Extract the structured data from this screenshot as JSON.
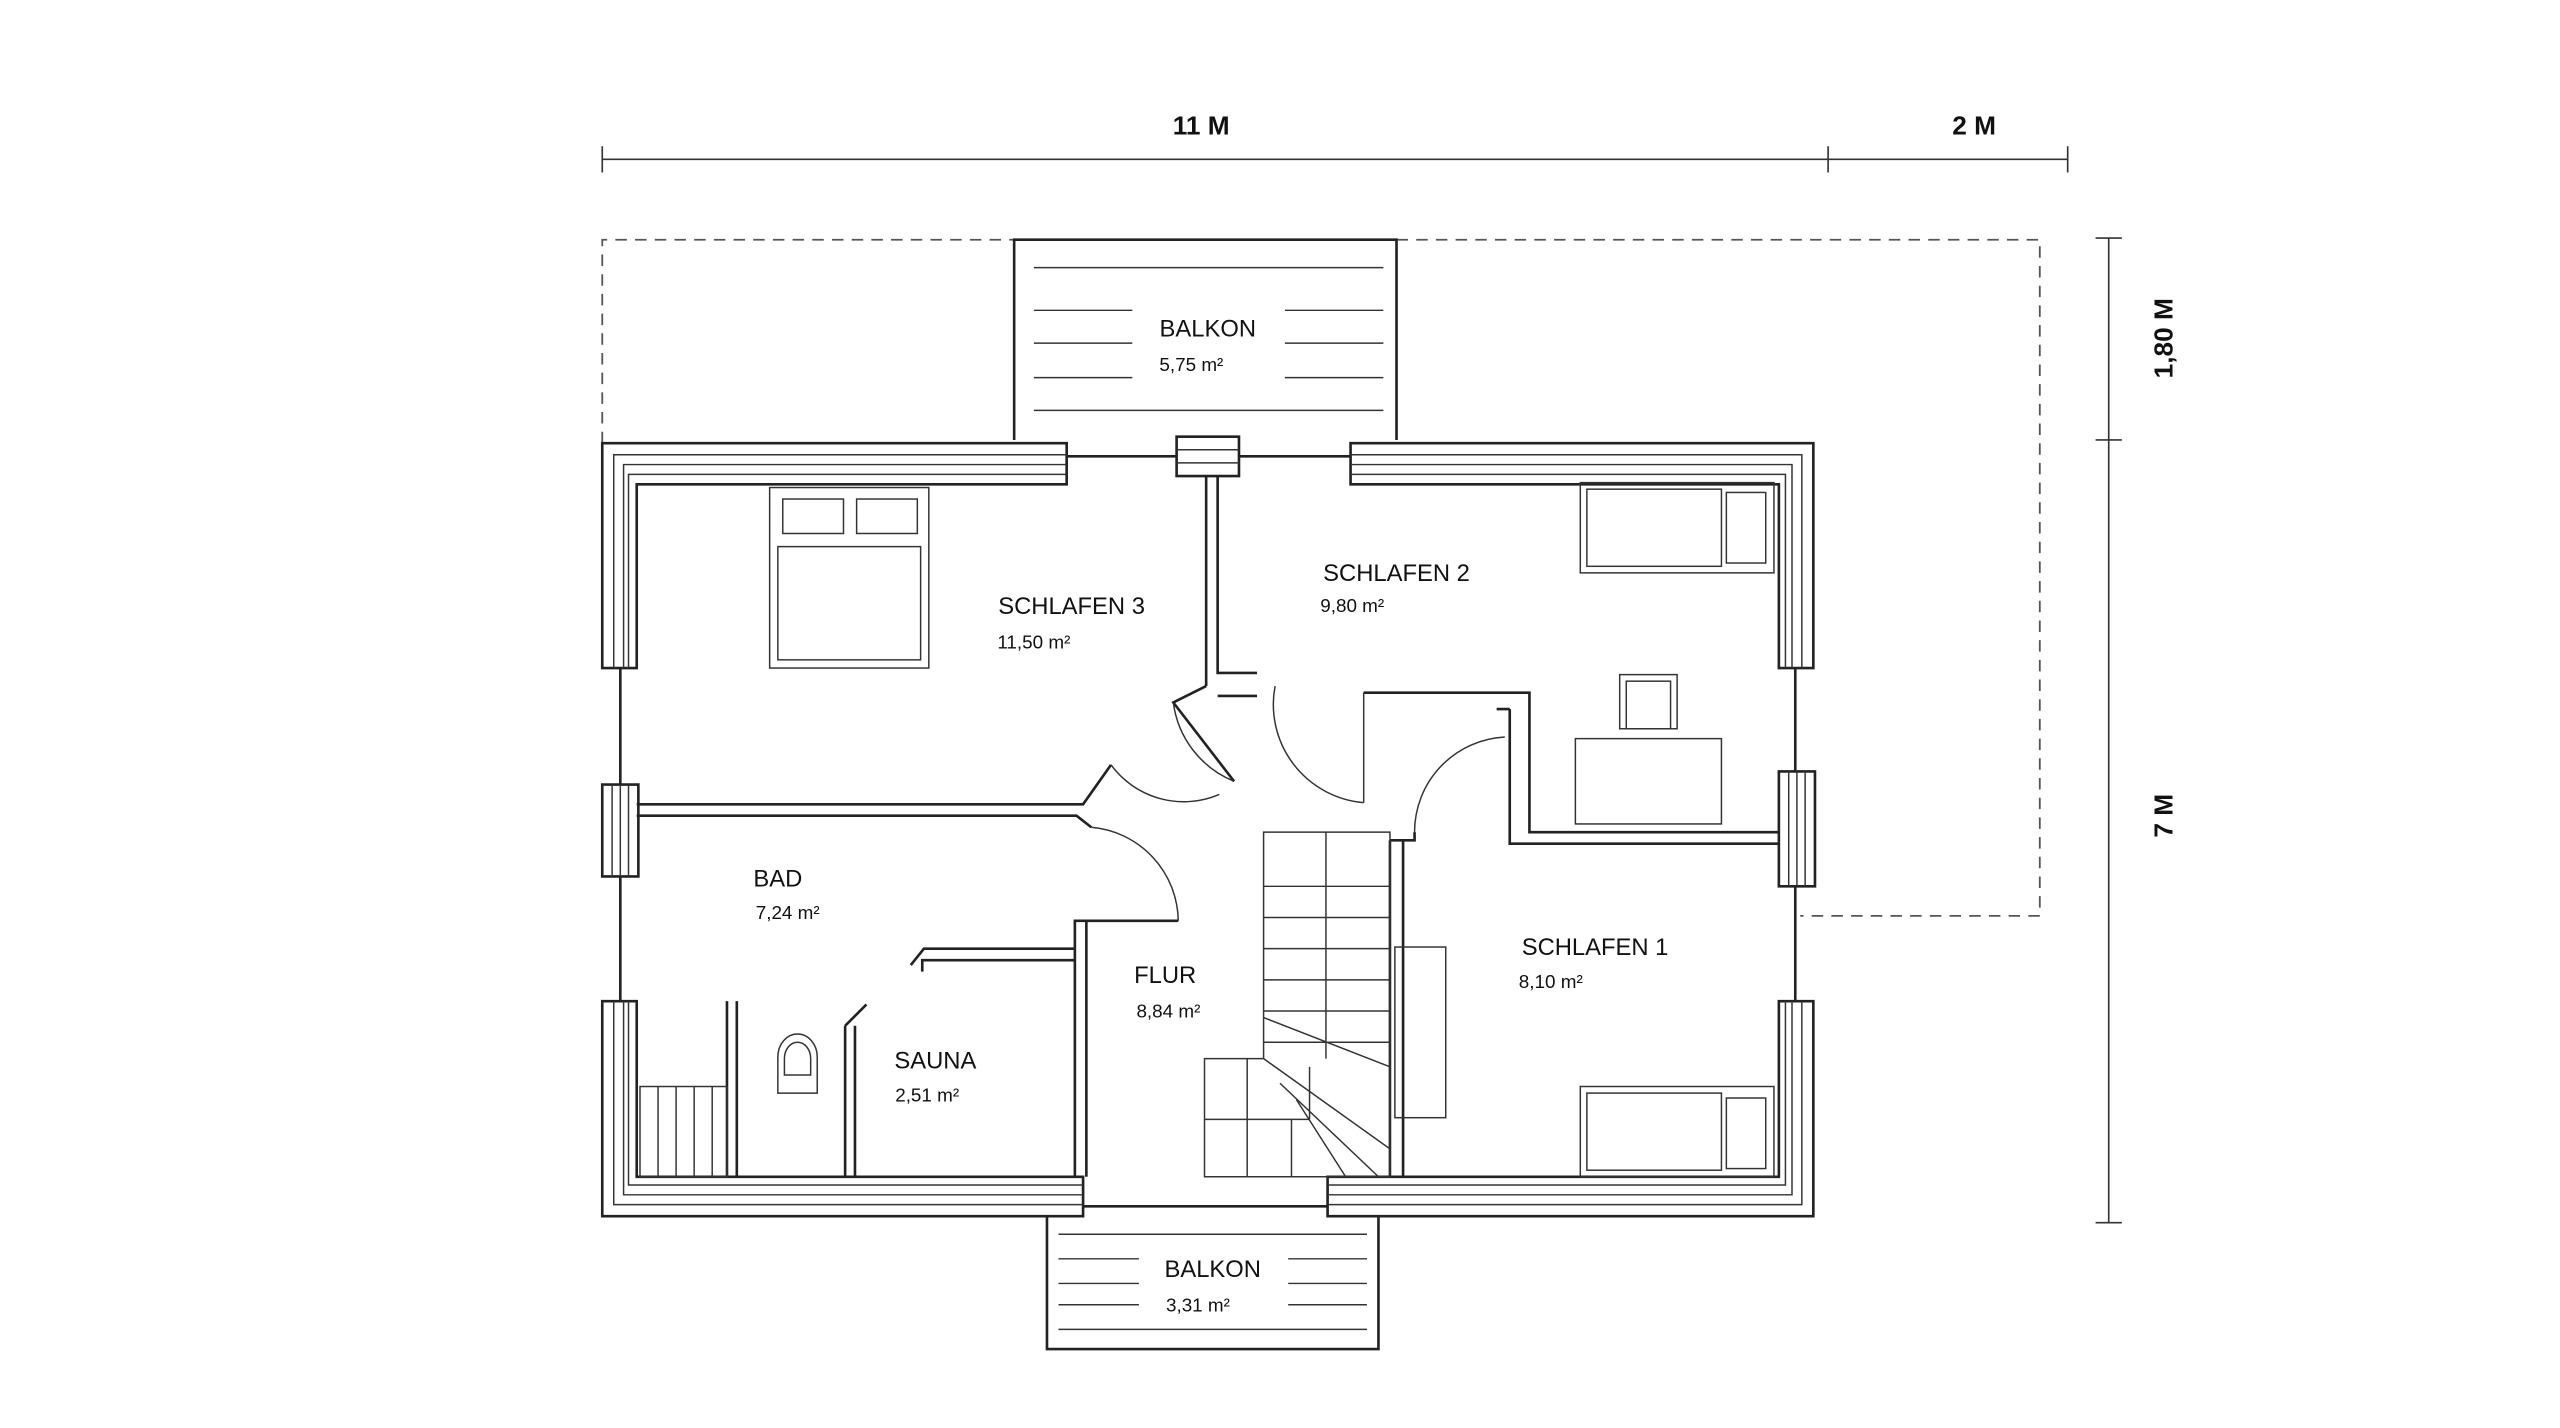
{
  "dimensions": {
    "width_main": "11 M",
    "width_extra": "2 M",
    "depth_balcony": "1,80 M",
    "depth_main": "7 M"
  },
  "rooms": {
    "balkon_top": {
      "name": "BALKON",
      "area": "5,75 m²"
    },
    "schlafen3": {
      "name": "SCHLAFEN 3",
      "area": "11,50 m²"
    },
    "schlafen2": {
      "name": "SCHLAFEN 2",
      "area": "9,80 m²"
    },
    "bad": {
      "name": "BAD",
      "area": "7,24 m²"
    },
    "sauna": {
      "name": "SAUNA",
      "area": "2,51 m²"
    },
    "flur": {
      "name": "FLUR",
      "area": "8,84 m²"
    },
    "schlafen1": {
      "name": "SCHLAFEN 1",
      "area": "8,10 m²"
    },
    "balkon_bottom": {
      "name": "BALKON",
      "area": "3,31 m²"
    }
  }
}
